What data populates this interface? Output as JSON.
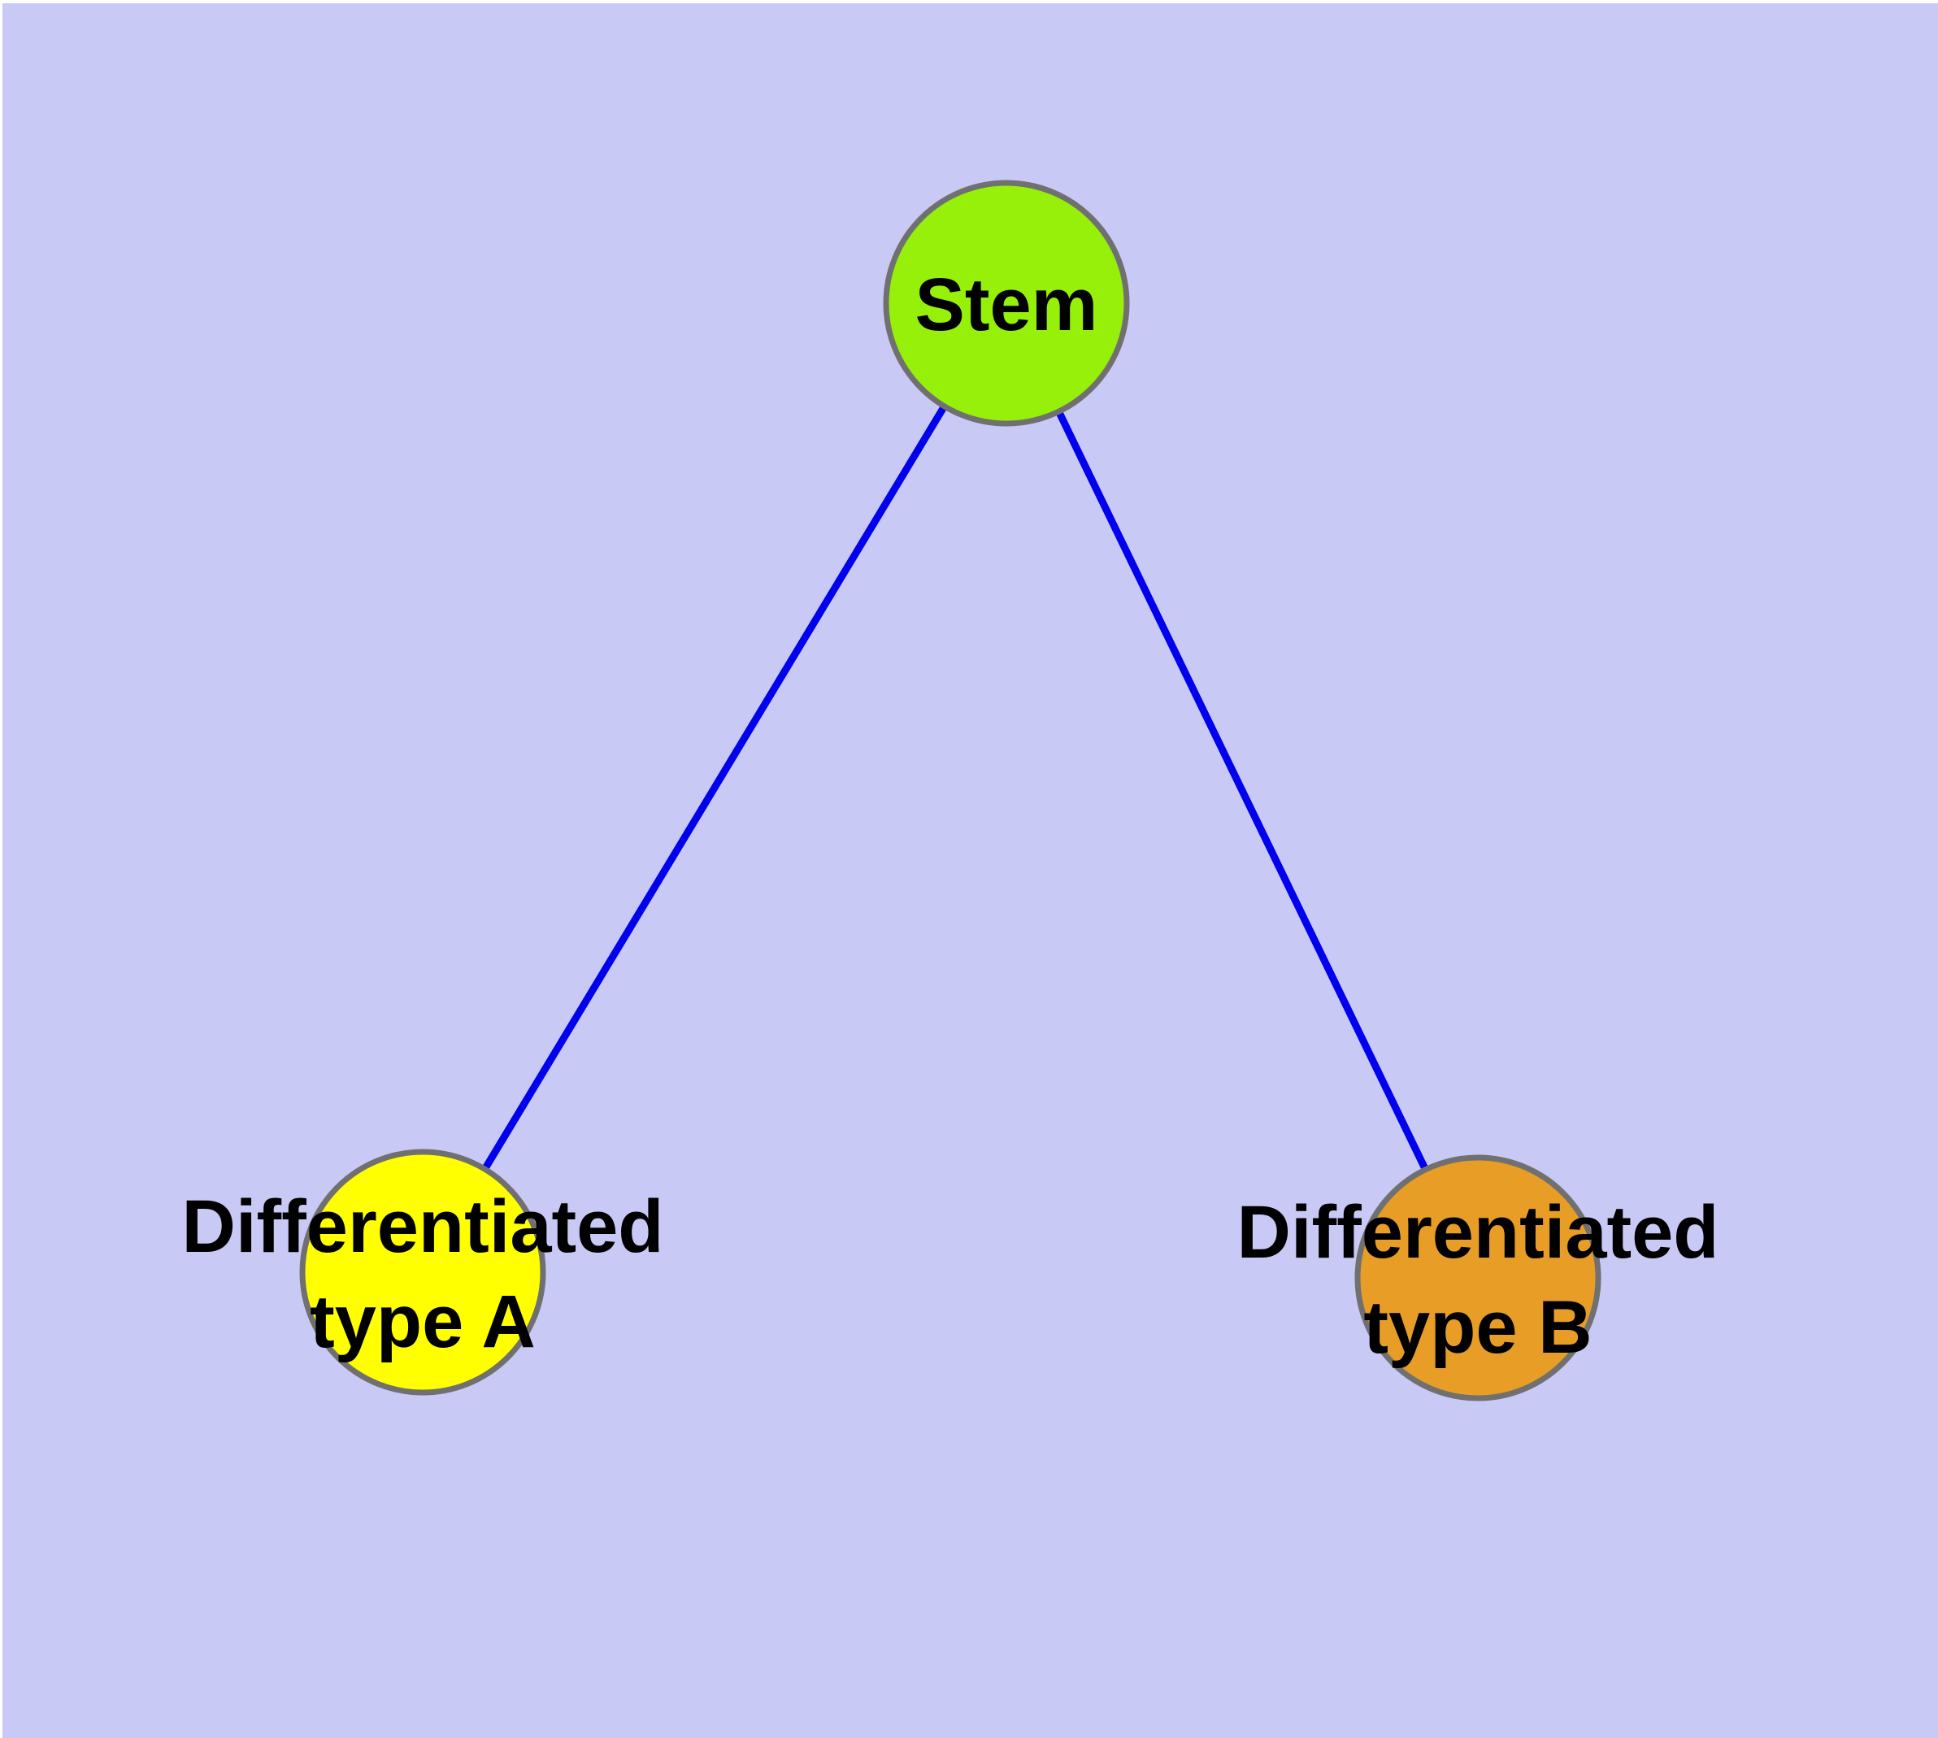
{
  "diagram": {
    "type": "graph",
    "background_color": "#C9C9F6",
    "margin_color": "#FFFFFF",
    "edge_color": "#0000EE",
    "node_border_color": "#707070",
    "label_color": "#000000",
    "nodes": [
      {
        "id": "stem",
        "label": "Stem",
        "lines": [
          "Stem"
        ],
        "fill": "#96F00A"
      },
      {
        "id": "differentiated-type-a",
        "label": "Differentiated type A",
        "lines": [
          "Differentiated",
          "type A"
        ],
        "fill": "#FFFF00"
      },
      {
        "id": "differentiated-type-b",
        "label": "Differentiated type B",
        "lines": [
          "Differentiated",
          "type B"
        ],
        "fill": "#E79D26"
      }
    ],
    "edges": [
      {
        "from": "Stem",
        "to": "Differentiated type A"
      },
      {
        "from": "Stem",
        "to": "Differentiated type B"
      }
    ]
  }
}
